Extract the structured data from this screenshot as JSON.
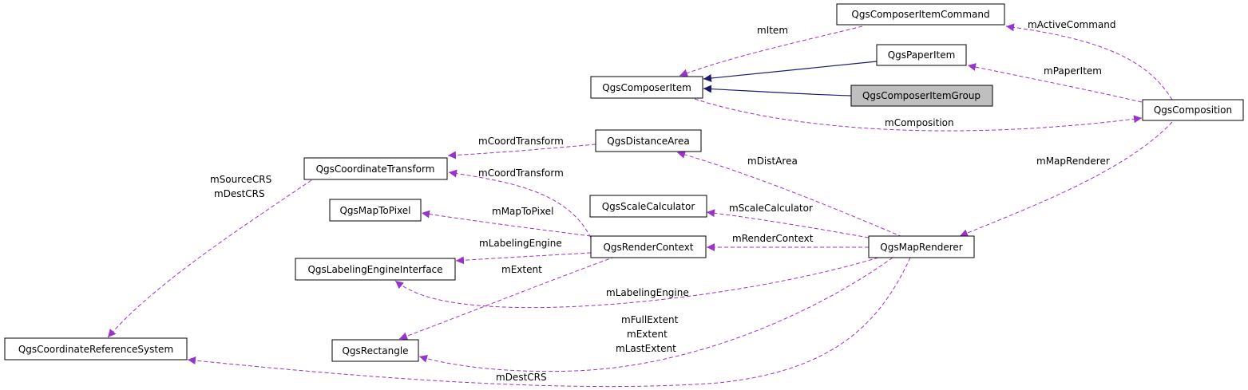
{
  "nodes": {
    "composer_item_command": "QgsComposerItemCommand",
    "paper_item": "QgsPaperItem",
    "composer_item": "QgsComposerItem",
    "composer_item_group": "QgsComposerItemGroup",
    "composition": "QgsComposition",
    "distance_area": "QgsDistanceArea",
    "coordinate_transform": "QgsCoordinateTransform",
    "map_to_pixel": "QgsMapToPixel",
    "scale_calculator": "QgsScaleCalculator",
    "render_context": "QgsRenderContext",
    "map_renderer": "QgsMapRenderer",
    "labeling_engine_interface": "QgsLabelingEngineInterface",
    "coordinate_reference_system": "QgsCoordinateReferenceSystem",
    "rectangle": "QgsRectangle"
  },
  "edge_labels": {
    "m_item": "mItem",
    "m_active_command": "mActiveCommand",
    "m_paper_item": "mPaperItem",
    "m_composition": "mComposition",
    "m_coord_transform_da": "mCoordTransform",
    "m_coord_transform_rc": "mCoordTransform",
    "m_source_crs": "mSourceCRS",
    "m_dest_crs_ct": "mDestCRS",
    "m_dist_area": "mDistArea",
    "m_map_renderer": "mMapRenderer",
    "m_scale_calculator": "mScaleCalculator",
    "m_map_to_pixel": "mMapToPixel",
    "m_labeling_engine_rc": "mLabelingEngine",
    "m_render_context": "mRenderContext",
    "m_extent_rc": "mExtent",
    "m_labeling_engine_mr": "mLabelingEngine",
    "m_full_extent": "mFullExtent",
    "m_extent_mr": "mExtent",
    "m_last_extent": "mLastExtent",
    "m_dest_crs_mr": "mDestCRS"
  },
  "colors": {
    "inheritance_edge": "#191970",
    "association_edge": "#9a32cd",
    "highlighted_node_fill": "#bfbfbf"
  }
}
